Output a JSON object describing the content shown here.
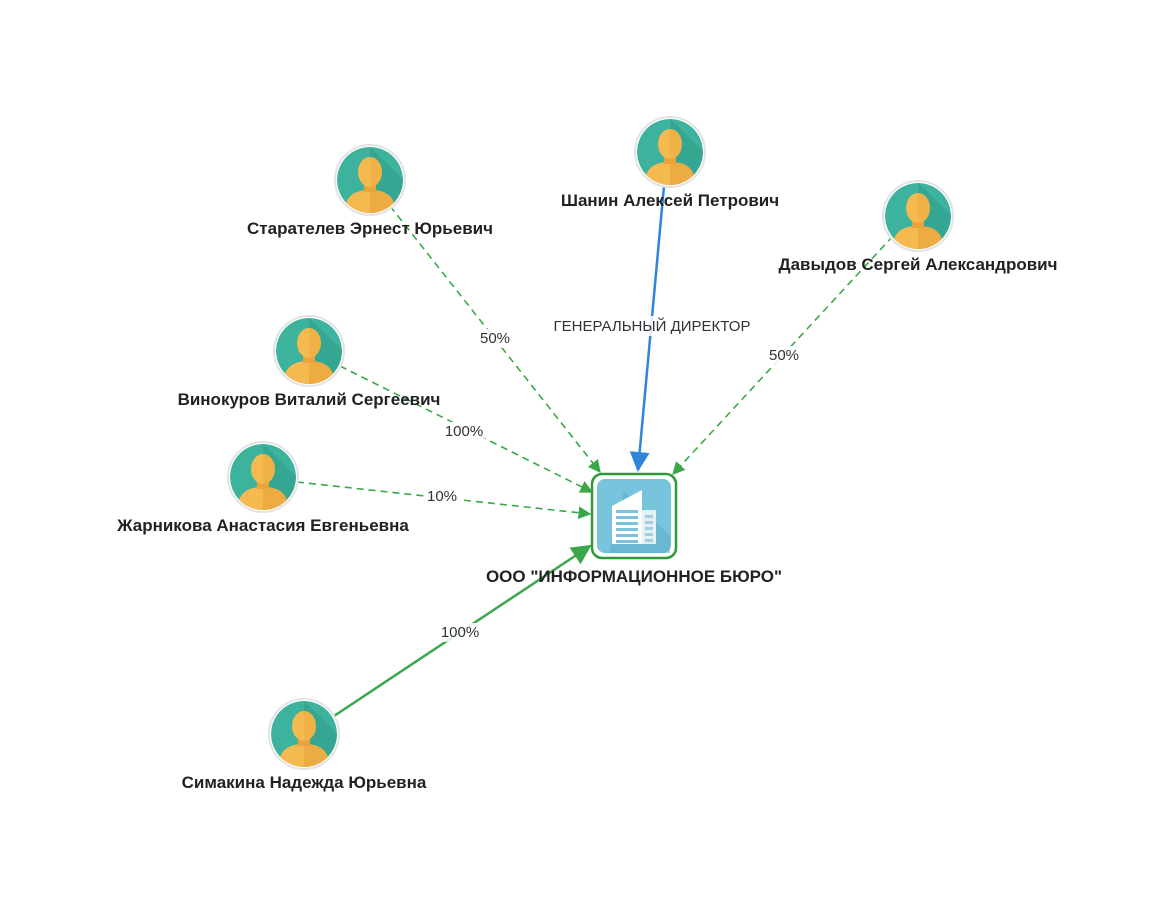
{
  "colors": {
    "avatar_bg": "#3db39e",
    "avatar_shadow": "#2e9a87",
    "skin": "#f4b94f",
    "skin_dark": "#e8a33a",
    "company_bg": "#78c4dc",
    "company_border": "#2e9a3a",
    "ownership_edge": "#3aa84a",
    "director_edge": "#2f86d9"
  },
  "company": {
    "id": "company",
    "name": "ООО \"ИНФОРМАЦИОННОЕ БЮРО\"",
    "icon": "building-icon"
  },
  "persons": [
    {
      "id": "starateliev",
      "name": "Старателев Эрнест Юрьевич"
    },
    {
      "id": "shanin",
      "name": "Шанин Алексей Петрович"
    },
    {
      "id": "davydov",
      "name": "Давыдов Сергей Александрович"
    },
    {
      "id": "vinokurov",
      "name": "Винокуров Виталий Сергеевич"
    },
    {
      "id": "zharnikova",
      "name": "Жарникова Анастасия Евгеньевна"
    },
    {
      "id": "simakina",
      "name": "Симакина Надежда Юрьевна"
    }
  ],
  "edges": [
    {
      "from": "starateliev",
      "label": "50%",
      "kind": "ownership",
      "style": "dashed"
    },
    {
      "from": "shanin",
      "label": "ГЕНЕРАЛЬНЫЙ ДИРЕКТОР",
      "kind": "director",
      "style": "solid"
    },
    {
      "from": "davydov",
      "label": "50%",
      "kind": "ownership",
      "style": "dashed"
    },
    {
      "from": "vinokurov",
      "label": "100%",
      "kind": "ownership",
      "style": "dashed"
    },
    {
      "from": "zharnikova",
      "label": "10%",
      "kind": "ownership",
      "style": "dashed"
    },
    {
      "from": "simakina",
      "label": "100%",
      "kind": "ownership",
      "style": "solid"
    }
  ]
}
